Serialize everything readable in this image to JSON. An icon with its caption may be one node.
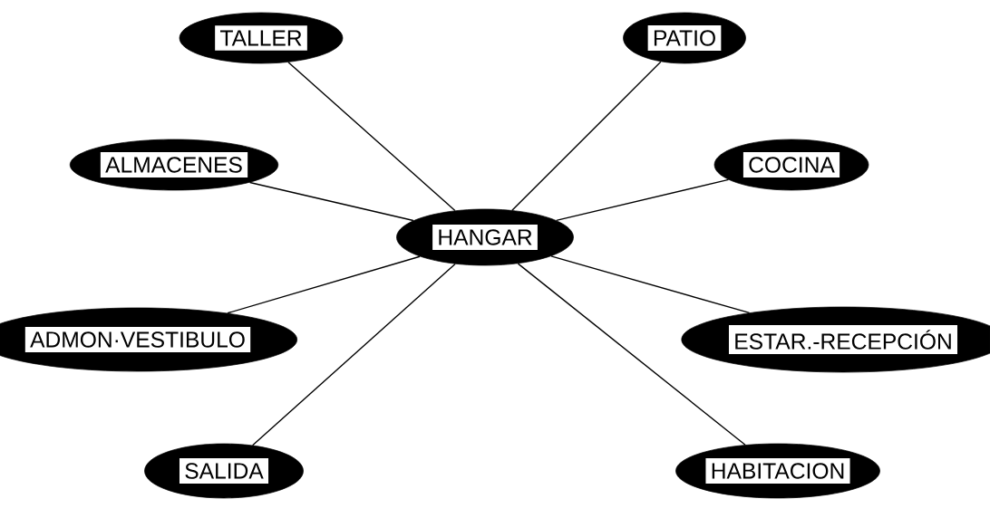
{
  "diagram": {
    "nodes": [
      {
        "text": [
          "TALLER"
        ]
      },
      {
        "text": [
          "PATIO"
        ]
      },
      {
        "text": [
          "ALMACENES"
        ]
      },
      {
        "text": [
          "COCINA"
        ]
      },
      {
        "text": [
          "HANGAR"
        ]
      },
      {
        "text": [
          "ADMON·VESTIBULO"
        ]
      },
      {
        "text": [
          "ESTAR.-RECEPCIÓN"
        ]
      },
      {
        "text": [
          "SALIDA"
        ]
      },
      {
        "text": [
          "HABITACION"
        ]
      }
    ],
    "edges": [
      {
        "from": 4,
        "to": 0,
        "arrow": "none"
      },
      {
        "from": 4,
        "to": 1,
        "arrow": "none"
      },
      {
        "from": 4,
        "to": 2,
        "arrow": "none"
      },
      {
        "from": 4,
        "to": 3,
        "arrow": "none"
      },
      {
        "from": 4,
        "to": 5,
        "arrow": "none"
      },
      {
        "from": 4,
        "to": 6,
        "arrow": "none"
      },
      {
        "from": 4,
        "to": 7,
        "arrow": "none"
      },
      {
        "from": 4,
        "to": 8,
        "arrow": "none"
      }
    ]
  }
}
